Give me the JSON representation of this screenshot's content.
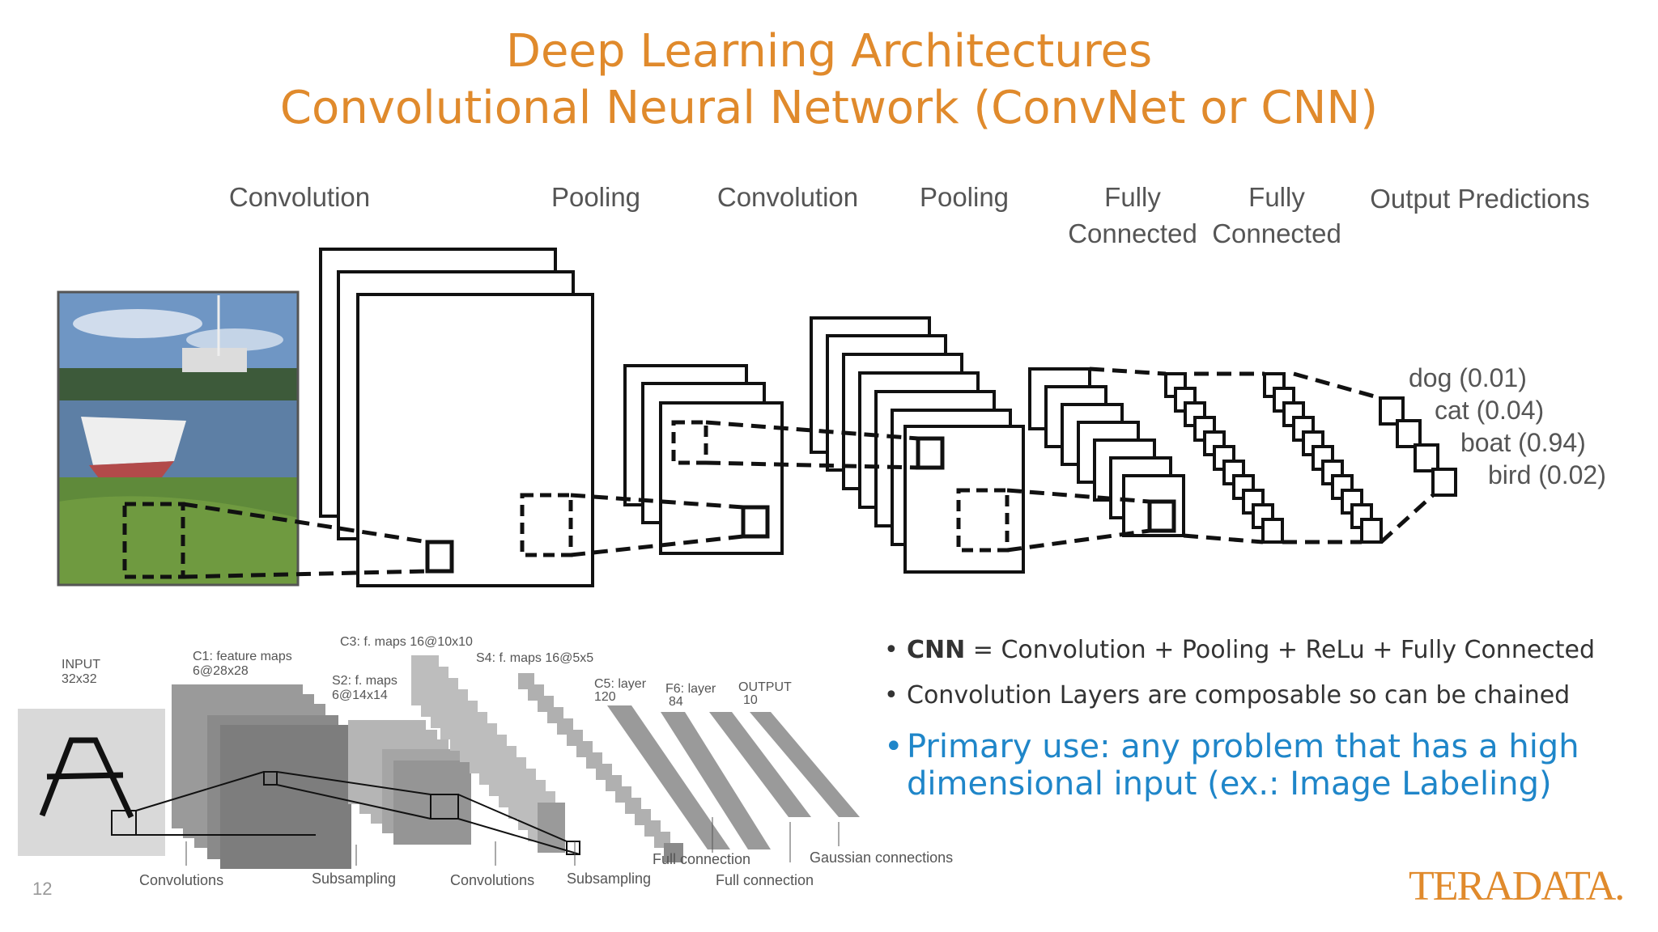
{
  "title": {
    "line1": "Deep Learning Architectures",
    "line2": "Convolutional Neural Network (ConvNet or CNN)"
  },
  "top_diagram": {
    "stage_labels": [
      "Convolution",
      "Pooling",
      "Convolution",
      "Pooling",
      "Fully",
      "Connected",
      "Fully",
      "Connected",
      "Output Predictions"
    ],
    "predictions": [
      "dog (0.01)",
      "cat (0.04)",
      "boat (0.94)",
      "bird (0.02)"
    ]
  },
  "bottom_diagram": {
    "labels": [
      "INPUT",
      "32x32",
      "C1: feature maps",
      "6@28x28",
      "S2: f. maps",
      "6@14x14",
      "C3: f. maps 16@10x10",
      "S4: f. maps 16@5x5",
      "C5: layer",
      "120",
      "F6: layer",
      "84",
      "OUTPUT",
      "10"
    ],
    "bottom_labels": [
      "Convolutions",
      "Subsampling",
      "Convolutions",
      "Subsampling",
      "Full connection",
      "Full connection",
      "Gaussian connections"
    ],
    "input_letter": "A"
  },
  "bullets": [
    {
      "bold": "CNN",
      "text": " = Convolution + Pooling + ReLu + Fully Connected"
    },
    {
      "bold": "",
      "text": "Convolution Layers are composable so can be chained"
    },
    {
      "bold": "",
      "text": "Primary use: any problem that has a high dimensional input (ex.: Image Labeling)"
    }
  ],
  "bullet_symbol": "•",
  "slide_number": "12",
  "logo": "TERADATA.",
  "colors": {
    "title": "#e08a2c",
    "highlight_bullet": "#1f86c9",
    "logo": "#e08a2c"
  }
}
